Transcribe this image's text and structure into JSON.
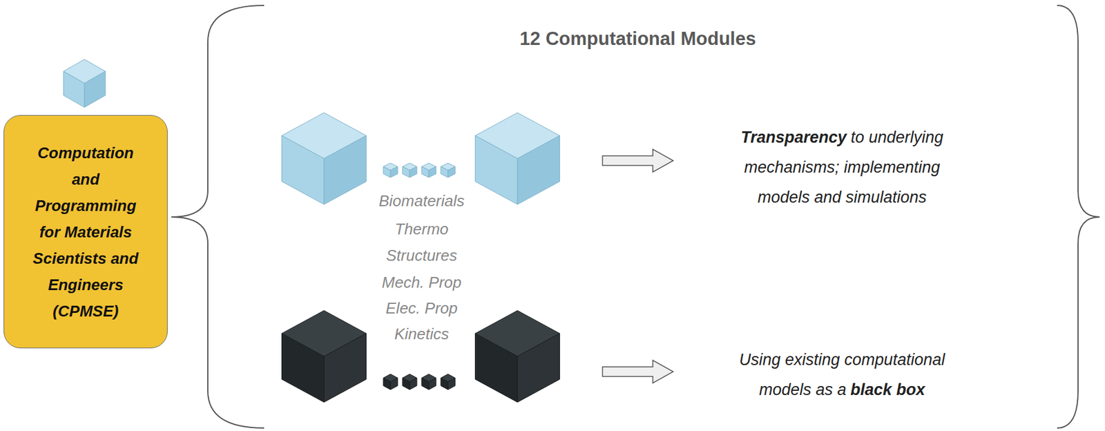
{
  "diagram": {
    "title": "12 Computational Modules",
    "nodes": [
      {
        "text": [
          "Computation and Programming for Materials Scientists and Engineers (CPMSE)"
        ]
      }
    ],
    "labels": [
      "Biomaterials",
      "Thermo",
      "Structures",
      "Mech. Prop",
      "Elec. Prop",
      "Kinetics",
      "Transparency",
      "to underlying mechanisms; implementing models and simulations",
      "Using existing computational models as a",
      "black box"
    ]
  }
}
